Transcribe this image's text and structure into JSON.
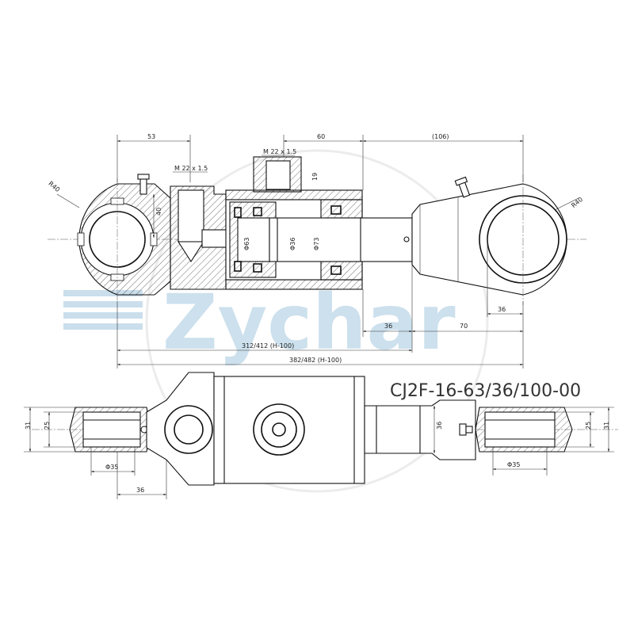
{
  "model_code": "CJ2F-16-63/36/100-00",
  "watermark": {
    "text": "Zychar",
    "colors": {
      "blue": "#9fc3dc",
      "grey": "#d6d6d6"
    }
  },
  "dimensions": {
    "top_53": "53",
    "top_60": "60",
    "top_106": "(106)",
    "thread_port_top": "M 22 x 1.5",
    "thread_port_left": "M 22 x 1.5",
    "port_19": "19",
    "radius_left": "R40",
    "radius_right": "R40",
    "height_40": "40",
    "dia_63": "Φ63",
    "dia_36": "Φ36",
    "dia_73": "Φ73",
    "right_36": "36",
    "rod_36": "36",
    "rod_70": "70",
    "length_closed": "312/412 (H-100)",
    "length_total": "382/482 (H-100)",
    "side_left_31": "31",
    "side_left_25": "25",
    "side_right_25": "25",
    "side_right_31": "31",
    "side_rod_36": "36",
    "side_dia_left": "Φ35",
    "side_dia_right": "Φ35",
    "side_bottom_36": "36"
  }
}
